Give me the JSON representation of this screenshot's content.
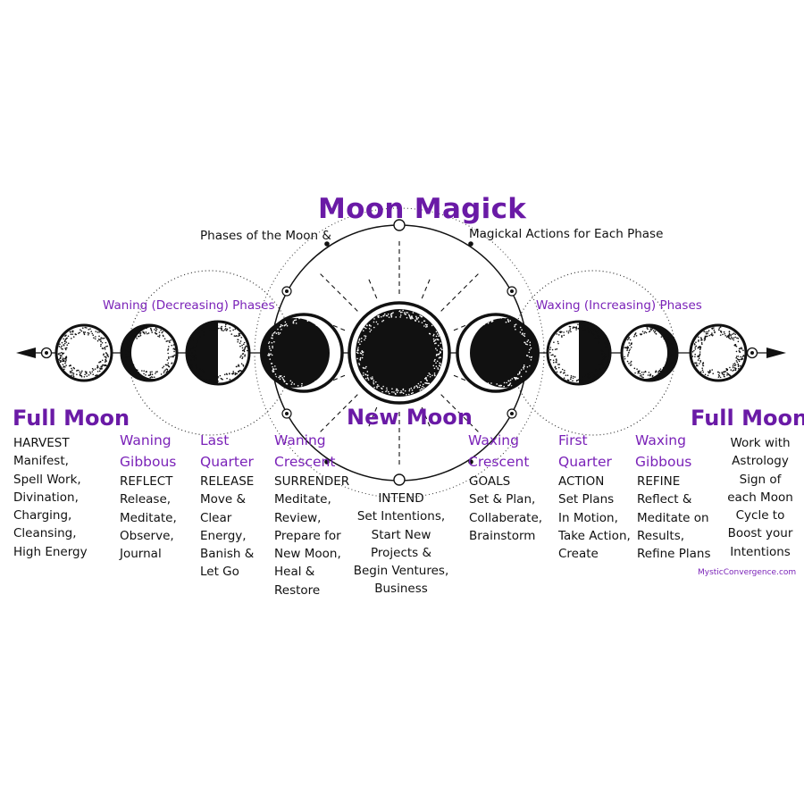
{
  "title": "Moon Magick",
  "subtitle_left": "Phases of the Moon &",
  "subtitle_right": "Magickal Actions for Each Phase",
  "waning_label": "Waning (Decreasing) Phases",
  "waxing_label": "Waxing (Increasing) Phases",
  "new_moon_label": "New Moon",
  "full_moon_left": {
    "name": "Full Moon",
    "lines": [
      "HARVEST",
      "Manifest,",
      "Spell Work,",
      "Divination,",
      "Charging,",
      "Cleansing,",
      "High Energy"
    ]
  },
  "waning_gibbous": {
    "name": [
      "Waning",
      "Gibbous"
    ],
    "lines": [
      "REFLECT",
      "Release,",
      "Meditate,",
      "Observe,",
      "Journal"
    ]
  },
  "last_quarter": {
    "name": [
      "Last",
      "Quarter"
    ],
    "lines": [
      "RELEASE",
      "Move &",
      "Clear",
      "Energy,",
      "Banish &",
      "Let Go"
    ]
  },
  "waning_crescent": {
    "name": [
      "Waning",
      "Crescent"
    ],
    "lines": [
      "SURRENDER",
      "Meditate,",
      "Review,",
      "Prepare for",
      "New Moon,",
      "Heal &",
      "Restore"
    ]
  },
  "new_moon": {
    "lines": [
      "INTEND",
      "Set Intentions,",
      "Start New",
      "Projects &",
      "Begin Ventures,",
      "Business"
    ]
  },
  "waxing_crescent": {
    "name": [
      "Waxing",
      "Crescent"
    ],
    "lines": [
      "GOALS",
      "Set & Plan,",
      "Collaberate,",
      "Brainstorm"
    ]
  },
  "first_quarter": {
    "name": [
      "First",
      "Quarter"
    ],
    "lines": [
      "ACTION",
      "Set Plans",
      "In Motion,",
      "Take Action,",
      "Create"
    ]
  },
  "waxing_gibbous": {
    "name": [
      "Waxing",
      "Gibbous"
    ],
    "lines": [
      "REFINE",
      "Reflect &",
      "Meditate on",
      "Results,",
      "Refine Plans"
    ]
  },
  "full_moon_right": {
    "name": "Full Moon",
    "lines": [
      "Work with",
      "Astrology",
      "Sign of",
      "each Moon",
      "Cycle to",
      "Boost your",
      "Intentions"
    ]
  },
  "credit": "MysticConvergence.com",
  "colors": {
    "accent": "#6a1aa6",
    "ink": "#111111"
  }
}
